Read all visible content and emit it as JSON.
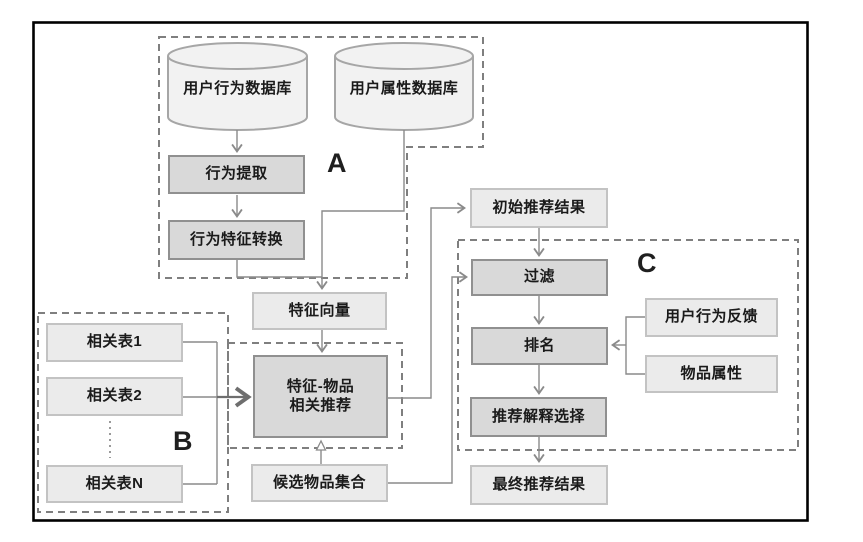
{
  "figure": {
    "groups": {
      "a": "A",
      "b": "B",
      "c": "C"
    },
    "databases": {
      "user_behavior_db": "用户行为数据库",
      "user_attribute_db": "用户属性数据库"
    },
    "process_nodes": {
      "behavior_extraction": "行为提取",
      "behavior_feature_conversion": "行为特征转换",
      "filter": "过滤",
      "ranking": "排名",
      "rec_explanation_selection": "推荐解释选择",
      "feature_item_rec": {
        "line1": "特征-物品",
        "line2": "相关推荐"
      }
    },
    "data_nodes": {
      "feature_vector": "特征向量",
      "related_table_1": "相关表1",
      "related_table_2": "相关表2",
      "related_table_n": "相关表N",
      "candidate_item_set": "候选物品集合",
      "initial_rec_result": "初始推荐结果",
      "user_behavior_feedback": "用户行为反馈",
      "item_attribute": "物品属性",
      "final_rec_result": "最终推荐结果"
    },
    "colors": {
      "border": "#000000",
      "dash": "#7f7f7f",
      "connector": "#8a8a8a",
      "process_fill": "#d9d9d9",
      "process_border": "#909090",
      "data_fill": "#ebebeb",
      "data_border": "#c3c3c3",
      "cylinder_fill": "#f2f2f2",
      "cylinder_border": "#a6a6a6",
      "text": "#1a1a1a"
    }
  }
}
